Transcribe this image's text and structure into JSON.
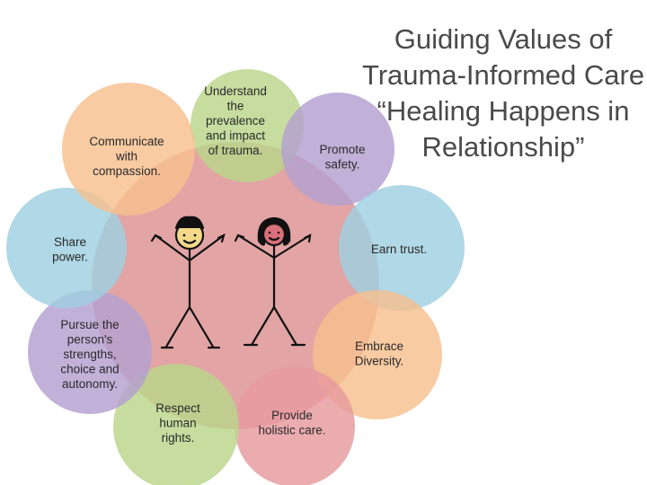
{
  "title": {
    "line1": "Guiding Values of",
    "line2": "Trauma-Informed Care",
    "line3": "“Healing Happens in",
    "line4": "Relationship”"
  },
  "petals": [
    {
      "id": "understand",
      "color": "#b9d68a",
      "lines": [
        "Understand",
        "the",
        "prevalence",
        "and impact",
        "of trauma."
      ]
    },
    {
      "id": "promote-safety",
      "color": "#b3a0cf",
      "lines": [
        "Promote",
        "safety."
      ]
    },
    {
      "id": "earn-trust",
      "color": "#9fcfe0",
      "lines": [
        "Earn trust."
      ]
    },
    {
      "id": "embrace-diversity",
      "color": "#f6c08d",
      "lines": [
        "Embrace",
        "Diversity."
      ]
    },
    {
      "id": "holistic-care",
      "color": "#e69a9f",
      "lines": [
        "Provide",
        "holistic care."
      ]
    },
    {
      "id": "human-rights",
      "color": "#b9d68a",
      "lines": [
        "Respect",
        "human",
        "rights."
      ]
    },
    {
      "id": "strengths",
      "color": "#b3a0cf",
      "lines": [
        "Pursue the",
        "person's",
        "strengths,",
        "choice and",
        "autonomy."
      ]
    },
    {
      "id": "share-power",
      "color": "#9fcfe0",
      "lines": [
        "Share",
        "power."
      ]
    },
    {
      "id": "compassion",
      "color": "#f6c08d",
      "lines": [
        "Communicate",
        "with",
        "compassion."
      ]
    }
  ],
  "center": {
    "color": "#e2a4a4"
  },
  "icons": [
    "stick-figure-man-icon",
    "stick-figure-woman-icon"
  ]
}
